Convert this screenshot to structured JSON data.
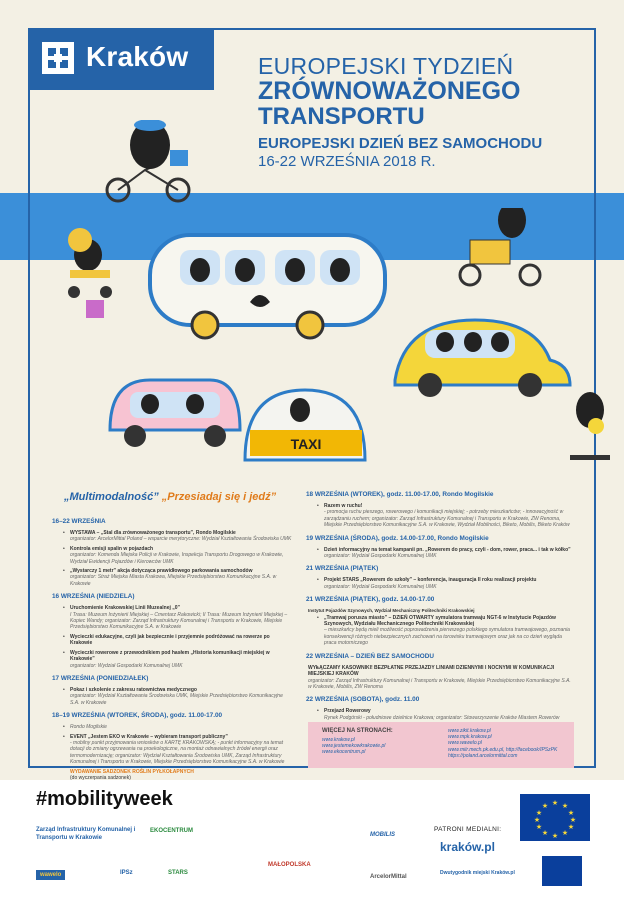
{
  "header": {
    "logo": "Kraków",
    "title_line1": "EUROPEJSKI TYDZIEŃ",
    "title_line2": "ZRÓWNOWAŻONEGO",
    "title_line3": "TRANSPORTU",
    "subtitle": "EUROPEJSKI DZIEŃ BEZ SAMOCHODU",
    "dates": "16-22 WRZEŚNIA 2018 R."
  },
  "illustration": {
    "taxi_sign": "TAXI"
  },
  "program": {
    "headline_a": "„Multimodalność”",
    "headline_b": "„Przesiadaj się i jedź”",
    "left": [
      {
        "day": "16–22 WRZEŚNIA",
        "events": [
          {
            "title": "WYSTAWA – „Stal dla zrównoważonego transportu”, Rondo Mogilskie",
            "org": "organizator: ArcelorMittal Poland – wsparcie merytoryczne: Wydział Kształtowania Środowiska UMK"
          },
          {
            "title": "Kontrola emisji spalin w pojazdach",
            "org": "organizator: Komenda Miejska Policji w Krakowie, Inspekcja Transportu Drogowego w Krakowie, Wydział Ewidencji Pojazdów i Kierowców UMK"
          },
          {
            "title": "„Wystarczy 1 metr” akcja dotycząca prawidłowego parkowania samochodów",
            "org": "organizator: Straż Miejska Miasta Krakowa, Miejskie Przedsiębiorstwo Komunikacyjne S.A. w Krakowie"
          }
        ]
      },
      {
        "day": "16 WRZEŚNIA (NIEDZIELA)",
        "events": [
          {
            "title": "Uruchomienie Krakowskiej Linii Muzealnej „0”",
            "org": "I Trasa: Muzeum Inżynierii Miejskiej – Cmentarz Rakowicki; II Trasa: Muzeum Inżynierii Miejskiej – Kopiec Wandy; organizator: Zarząd Infrastruktury Komunalnej i Transportu w Krakowie, Miejskie Przedsiębiorstwo Komunikacyjne S.A. w Krakowie"
          },
          {
            "title": "Wycieczki edukacyjne, czyli jak bezpiecznie i przyjemnie podróżować na rowerze po Krakowie",
            "org": ""
          },
          {
            "title": "Wycieczki rowerowe z przewodnikiem pod hasłem „Historia komunikacji miejskiej w Krakowie”",
            "org": "organizator: Wydział Gospodarki Komunalnej UMK"
          }
        ]
      },
      {
        "day": "17 WRZEŚNIA (PONIEDZIAŁEK)",
        "events": [
          {
            "title": "Pokaz i szkolenie z zakresu ratownictwa medycznego",
            "org": "organizator: Wydział Kształtowania Środowiska UMK, Miejskie Przedsiębiorstwo Komunikacyjne S.A. w Krakowie"
          }
        ]
      },
      {
        "day": "18–19 WRZEŚNIA (WTOREK, ŚRODA), godz. 11.00-17.00",
        "note": "Rondo Mogilskie",
        "events": [
          {
            "title": "EVENT „Jestem EKO w Krakowie – wybieram transport publiczny”",
            "org": "- mobilny punkt przyjmowania wniosków o KARTĘ KRAKOWSKĄ; - punkt informacyjny na temat dotacji do zmiany ogrzewania na proekologiczne, na montaż odnawialnych źródeł energii oraz termomodernizację; organizator: Wydział Kształtowania Środowiska UMK, Zarząd Infrastruktury Komunalnej i Transportu w Krakowie, Miejskie Przedsiębiorstwo Komunikacyjne S.A. w Krakowie"
          }
        ]
      }
    ],
    "left_footer": "WYDAWANIE SADZONEK ROŚLIN PYŁKOŁAPNYCH",
    "left_footer_note": "(do wyczerpania sadzonek)",
    "right": [
      {
        "day": "18 WRZEŚNIA (WTOREK), godz. 11.00-17.00, Rondo Mogilskie",
        "events": [
          {
            "title": "Razem w ruchu!",
            "org": "- promocja ruchu pieszego, rowerowego i komunikacji miejskiej; - potrzeby mieszkańców; - innowacyjność w zarządzaniu ruchem; organizator: Zarząd Infrastruktury Komunalnej i Transportu w Krakowie, ZW Renoma, Miejskie Przedsiębiorstwo Komunikacyjne S.A. w Krakowie, Wydział Mobilności, Biketo, Mobilis, Biketo Kraków"
          }
        ]
      },
      {
        "day": "19 WRZEŚNIA (ŚRODA), godz. 14.00-17.00, Rondo Mogilskie",
        "events": [
          {
            "title": "Dzień informacyjny na temat kampanii pn. „Rowerem do pracy, czyli - dom, rower, praca... i tak w kółko”",
            "org": "organizator: Wydział Gospodarki Komunalnej UMK"
          }
        ]
      },
      {
        "day": "21 WRZEŚNIA (PIĄTEK)",
        "events": [
          {
            "title": "Projekt STARS „Rowerem do szkoły” – konferencja, inauguracja II roku realizacji projektu",
            "org": "organizator: Wydział Gospodarki Komunalnej UMK"
          }
        ]
      },
      {
        "day": "21 WRZEŚNIA (PIĄTEK), godz. 14.00-17.00",
        "note": "Instytut Pojazdów Szynowych, Wydział Mechaniczny Politechniki Krakowskiej",
        "events": [
          {
            "title": "„Tramwaj porusza miasto” – DZIEŃ OTWARTY symulatora tramwaju NGT-6 w Instytucie Pojazdów Szynowych, Wydziału Mechanicznego Politechniki Krakowskiej",
            "org": "– mieszkańcy będą mieli możliwość poprowadzenia pierwszego polskiego symulatora tramwajowego, poznania konsekwencji różnych niebezpiecznych zachowań na torowisku tramwajowym oraz jak na co dzień wygląda praca motorniczego"
          }
        ]
      },
      {
        "day": "22 WRZEŚNIA – DZIEŃ BEZ SAMOCHODU",
        "events": [
          {
            "title": "WYŁĄCZAMY KASOWNIKI! BEZPŁATNE PRZEJAZDY LINIAMI DZIENNYMI I NOCNYMI W KOMUNIKACJI MIEJSKIEJ KRAKÓW",
            "org": "organizator: Zarząd Infrastruktury Komunalnej i Transportu w Krakowie, Miejskie Przedsiębiorstwo Komunikacyjne S.A. w Krakowie, Mobilis, ZW Renoma"
          }
        ]
      },
      {
        "day": "22 WRZEŚNIA (SOBOTA), godz. 11.00",
        "events": [
          {
            "title": "Przejazd Rowerowy",
            "org": "Rynek Podgórski - południowe dzielnice Krakowa; organizator: Stowarzyszenie Kraków Miastem Rowerów"
          }
        ]
      }
    ]
  },
  "links": {
    "header": "WIĘCEJ NA STRONACH:",
    "left": [
      "www.krakow.pl",
      "www.jestemekowkrakowie.pl",
      "www.ekocentrum.pl"
    ],
    "right": [
      "www.zikit.krakow.pl",
      "www.mpk.krakow.pl",
      "www.wawelo.pl",
      "www.miir.mech.pk.edu.pl, http://facebook/IPSzPK",
      "https://poland.arcelormittal.com"
    ]
  },
  "footer": {
    "hashtag": "#mobilityweek",
    "patrons": "PATRONI MEDIALNI:",
    "krakow_pl": "kraków.pl",
    "logos": [
      "Zarząd Infrastruktury Komunalnej i Transportu w Krakowie",
      "EKOCENTRUM",
      "MOBILIS",
      "wawelo",
      "IPSz",
      "STARS",
      "MAŁOPOLSKA",
      "ArcelorMittal",
      "Dwutygodnik miejski Kraków.pl"
    ]
  },
  "colors": {
    "blue": "#2563a8",
    "band": "#3b8fd9",
    "orange": "#e07b1a",
    "pink": "#f2c6d0",
    "cream": "#f3f0e4"
  }
}
